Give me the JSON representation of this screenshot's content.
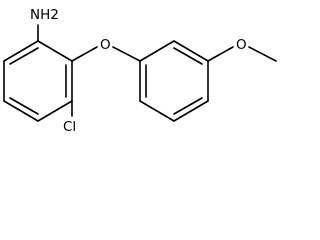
{
  "molecule": {
    "labels": {
      "amine": "NH2",
      "ether_oxygen": "O",
      "methoxy_oxygen": "O",
      "chlorine": "Cl"
    }
  }
}
